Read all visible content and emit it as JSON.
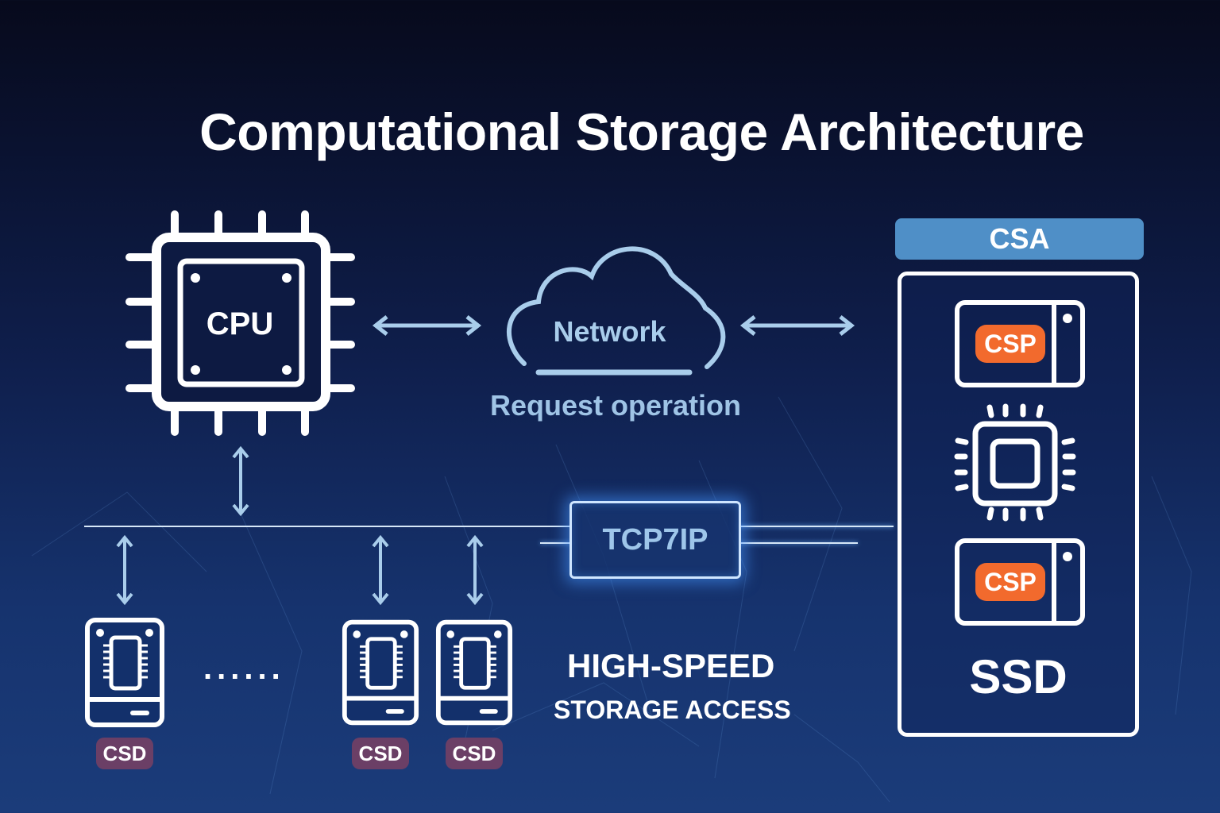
{
  "title": "Computational Storage Architecture",
  "host": {
    "cpu_label": "CPU"
  },
  "network": {
    "label": "Network",
    "caption": "Request operation"
  },
  "bus": {
    "protocol_label": "TCP7IP"
  },
  "storage_array": {
    "header": "CSA",
    "processors": [
      {
        "label": "CSP"
      },
      {
        "label": "CSP"
      }
    ],
    "drive_label": "SSD"
  },
  "devices": [
    {
      "label": "CSD"
    },
    {
      "label": "CSD"
    },
    {
      "label": "CSD"
    }
  ],
  "ellipsis": "......",
  "caption": {
    "line1": "HIGH-SPEED",
    "line2": "STORAGE ACCESS"
  },
  "colors": {
    "accent_light_blue": "#a9cdeb",
    "csa_header": "#4f8fc7",
    "csp_badge": "#f26a2d",
    "csd_badge": "#6b3f66",
    "background_dark": "#070a1c",
    "background_light": "#1b3c7a"
  }
}
